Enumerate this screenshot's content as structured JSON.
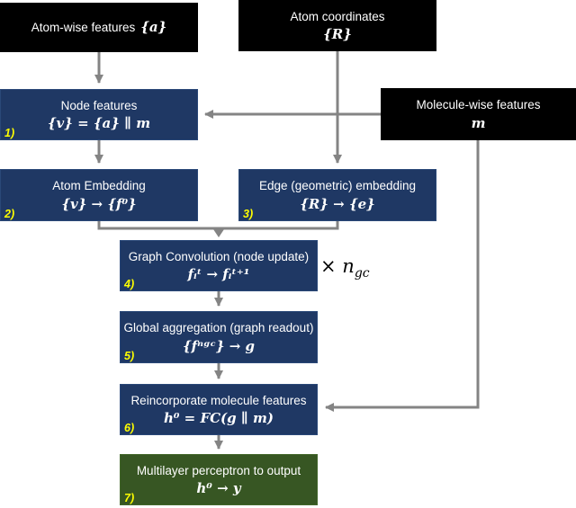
{
  "colors": {
    "box_navy": "#1f3864",
    "box_green": "#375623",
    "box_black": "#000000",
    "arrow_gray": "#848484",
    "step_number_yellow": "#ffff00",
    "text_white": "#ffffff"
  },
  "nodes": {
    "atom_features": {
      "label": "Atom-wise features",
      "math": "{a}"
    },
    "atom_coordinates": {
      "label": "Atom coordinates",
      "math": "{R}"
    },
    "molecule_features": {
      "label": "Molecule-wise features",
      "math": "m"
    },
    "node_features": {
      "num": "1)",
      "label": "Node features",
      "math": "{v} = {a} ∥ m"
    },
    "atom_embedding": {
      "num": "2)",
      "label": "Atom Embedding",
      "math": "{v} → {f⁰}"
    },
    "edge_embedding": {
      "num": "3)",
      "label": "Edge (geometric) embedding",
      "math": "{R} → {e}"
    },
    "graph_conv": {
      "num": "4)",
      "label": "Graph Convolution (node update)",
      "math": "fᵢᵗ → fᵢᵗ⁺¹"
    },
    "global_aggregation": {
      "num": "5)",
      "label": "Global aggregation (graph readout)",
      "math": "{fⁿᵍᶜ} → g"
    },
    "reincorporate": {
      "num": "6)",
      "label": "Reincorporate molecule features",
      "math": "h⁰ = FC(g ∥ m)"
    },
    "mlp": {
      "num": "7)",
      "label": "Multilayer perceptron to output",
      "math": "h⁰ → y"
    }
  },
  "annotations": {
    "gc_repeat": {
      "times": "×",
      "var": "n",
      "sub": "gc"
    }
  }
}
